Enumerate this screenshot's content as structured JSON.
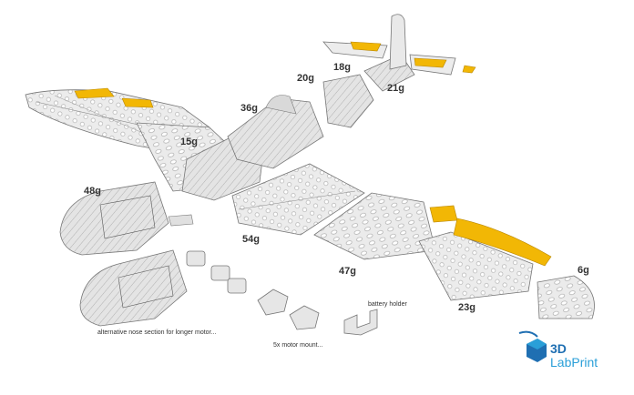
{
  "weights": {
    "w_48g": "48g",
    "w_15g": "15g",
    "w_36g": "36g",
    "w_20g": "20g",
    "w_18g": "18g",
    "w_21g": "21g",
    "w_54g": "54g",
    "w_47g": "47g",
    "w_23g": "23g",
    "w_6g": "6g"
  },
  "captions": {
    "nose_alt": "alternative nose section for longer motor...",
    "motor_mount": "5x motor mount...",
    "battery_holder": "battery holder"
  },
  "brand": {
    "line1": "3D",
    "line2": "LabPrint",
    "primary_color": "#1f6fb2",
    "secondary_color": "#2a9fd8"
  },
  "colors": {
    "aileron_yellow": "#f2b705",
    "part_fill": "#e6e6e6",
    "part_stroke": "#777777"
  }
}
